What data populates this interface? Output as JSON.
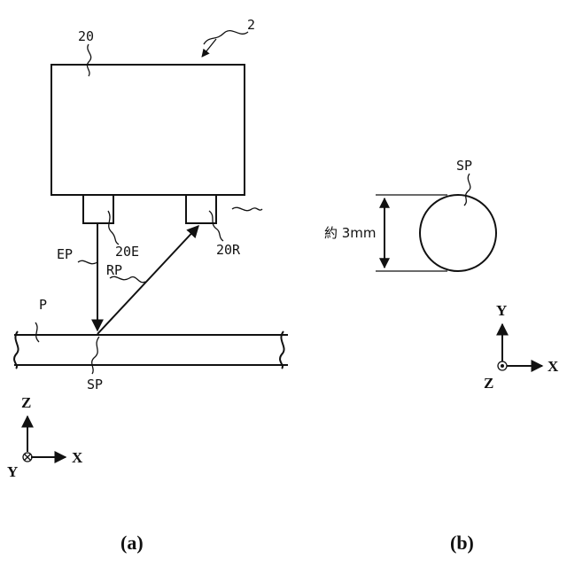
{
  "figure_a": {
    "caption": "(a)",
    "refs": {
      "device": "2",
      "housing": "20",
      "emitter": "20E",
      "receiver": "20R",
      "emitted_path": "EP",
      "reflected_path": "RP",
      "plate": "P",
      "spot": "SP"
    },
    "axes": {
      "vertical": "Z",
      "horizontal": "X",
      "depth": "Y"
    }
  },
  "figure_b": {
    "caption": "(b)",
    "spot_label": "SP",
    "diameter_label": "約 3mm",
    "axes": {
      "vertical": "Y",
      "horizontal": "X",
      "depth": "Z"
    }
  }
}
